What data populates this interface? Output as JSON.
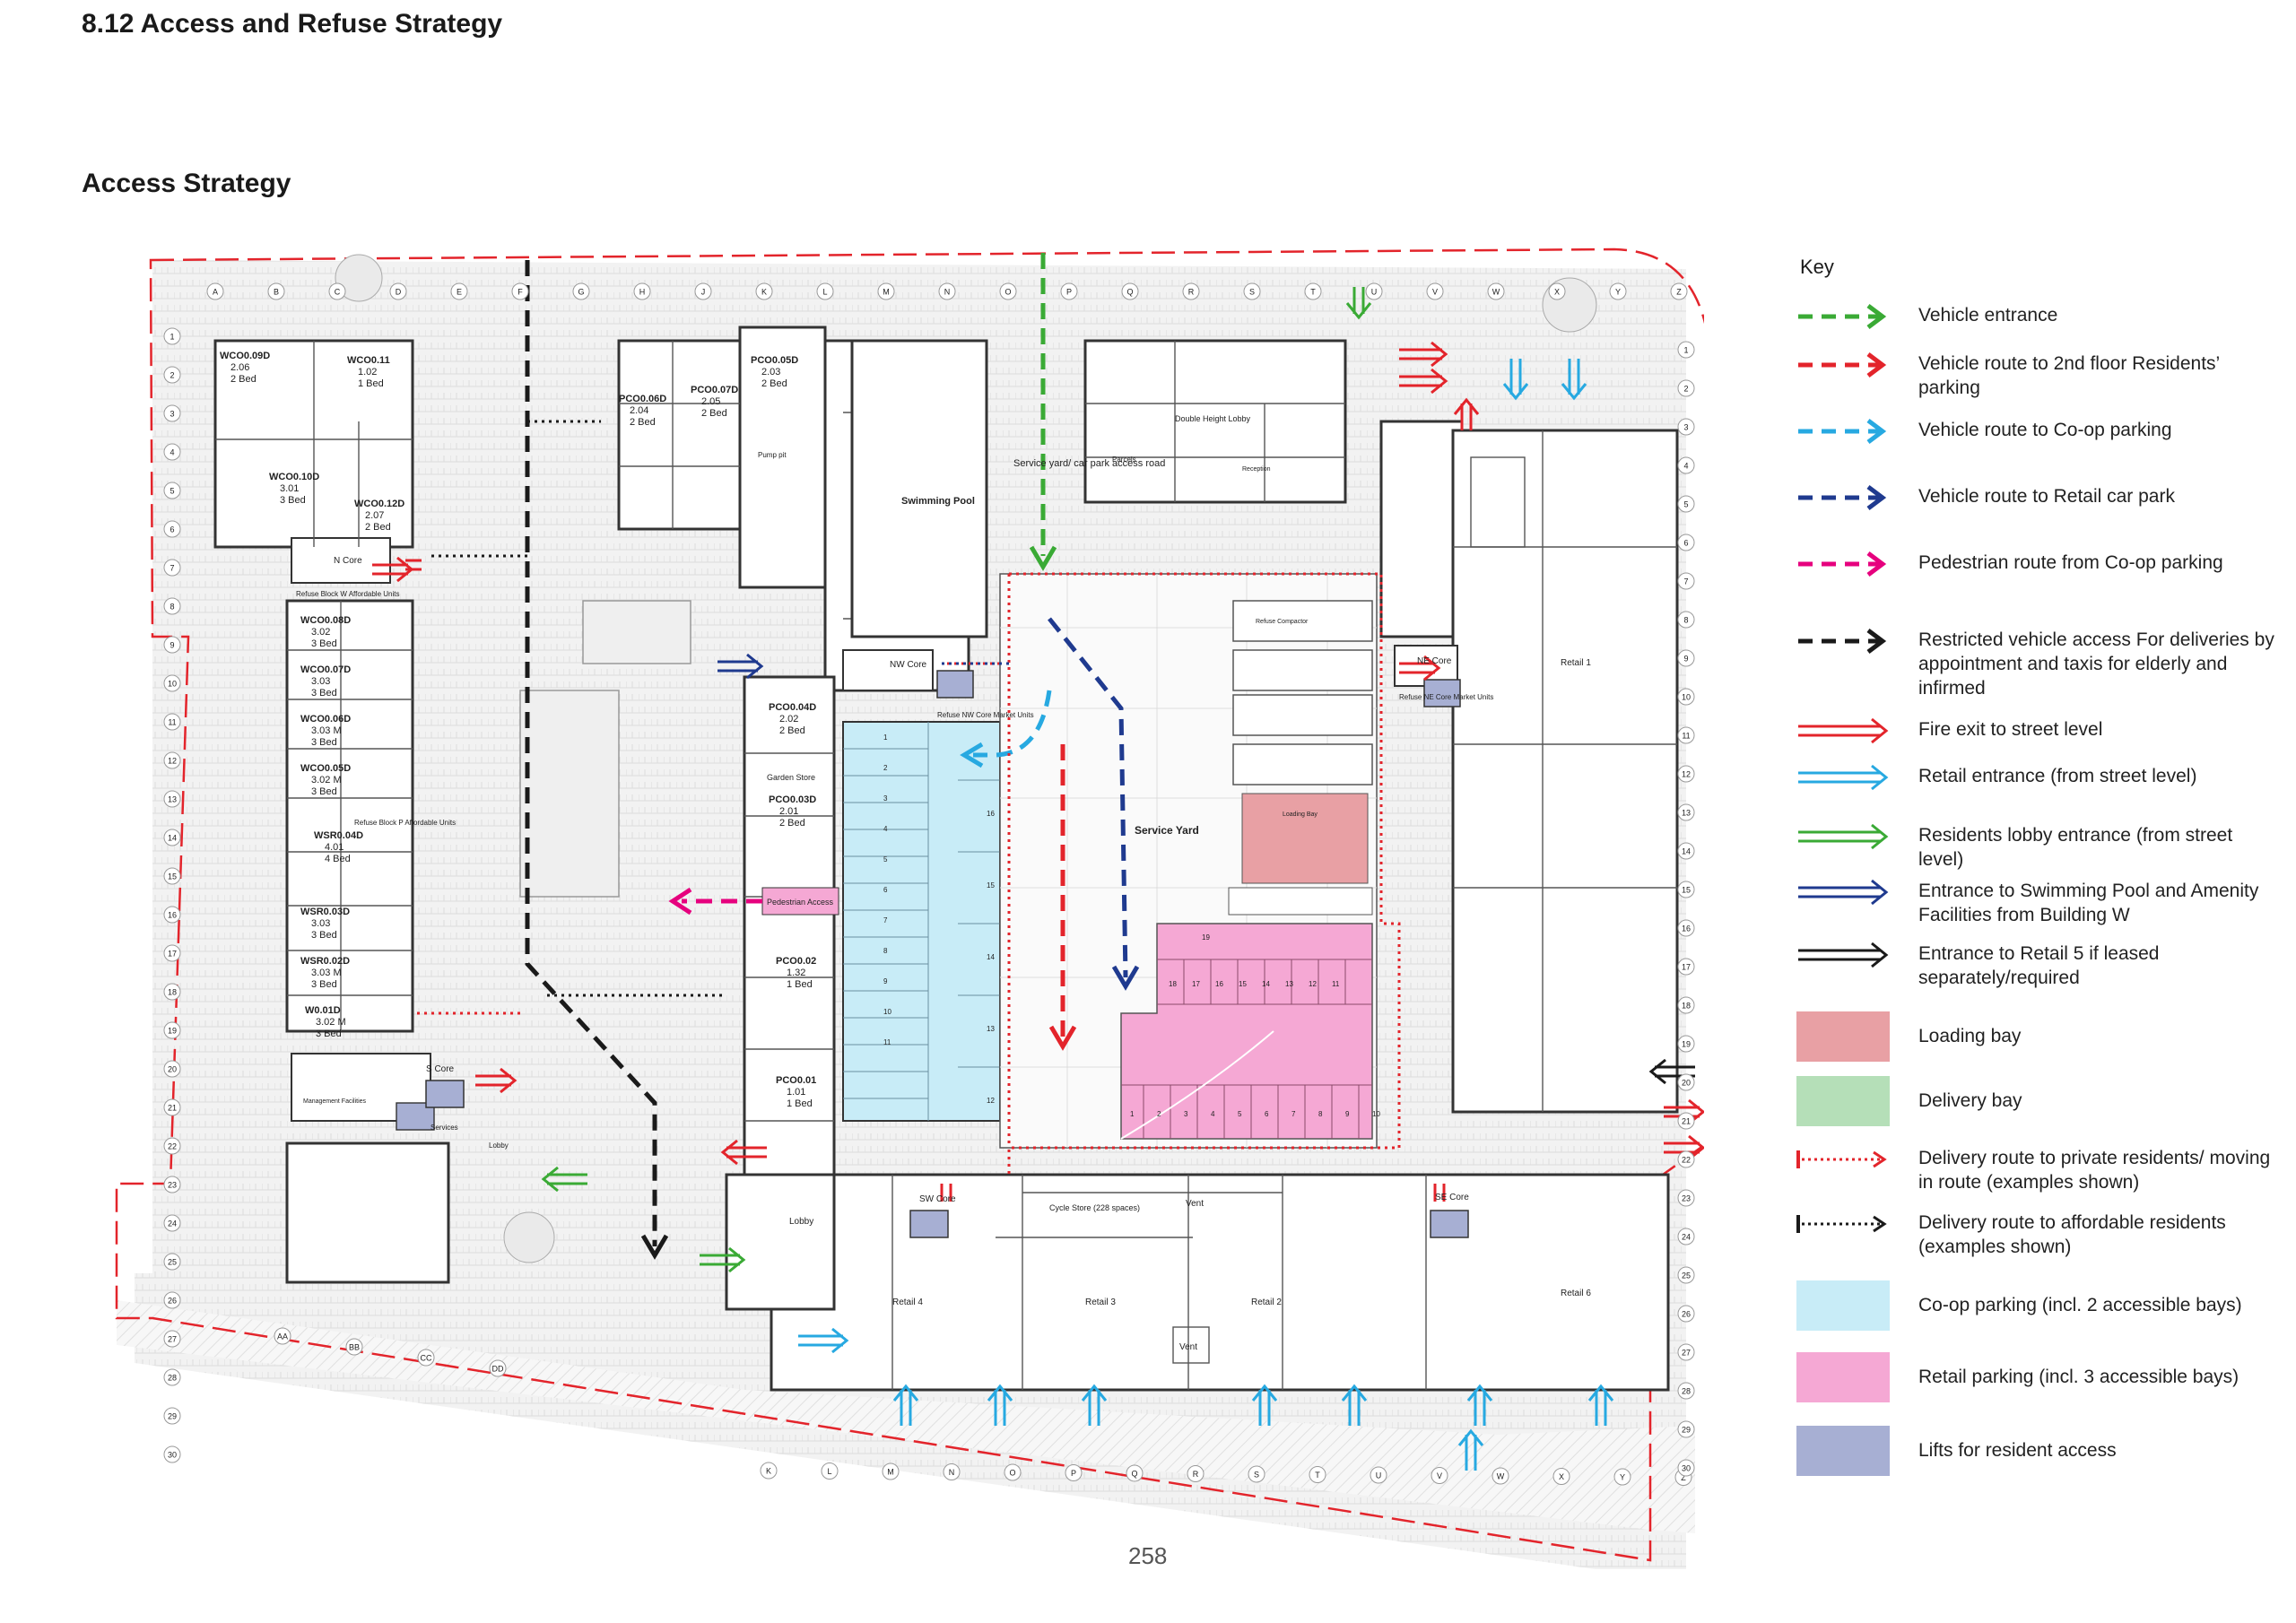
{
  "page": {
    "section_title": "8.12 Access and Refuse Strategy",
    "subtitle": "Access Strategy",
    "page_number": "258"
  },
  "key": {
    "title": "Key",
    "items": [
      {
        "id": "vehicle-entrance",
        "label": "Vehicle entrance",
        "symbol": "dashed-arrow",
        "color": "#3aaa35"
      },
      {
        "id": "vehicle-route-2nd",
        "label": "Vehicle route to 2nd floor Residents’ parking",
        "symbol": "dashed-arrow",
        "color": "#e3242b"
      },
      {
        "id": "vehicle-route-coop",
        "label": "Vehicle route to Co-op parking",
        "symbol": "dashed-arrow",
        "color": "#27a9e1"
      },
      {
        "id": "vehicle-route-retail",
        "label": "Vehicle route to Retail car park",
        "symbol": "dashed-arrow",
        "color": "#1f3a8f"
      },
      {
        "id": "pedestrian-route",
        "label": "Pedestrian route from Co-op parking",
        "symbol": "dashed-arrow",
        "color": "#e6007e"
      },
      {
        "id": "restricted-access",
        "label": "Restricted vehicle access For deliveries by appointment and taxis for elderly and infirmed",
        "symbol": "dashed-arrow",
        "color": "#1a1a1a"
      },
      {
        "id": "fire-exit",
        "label": "Fire exit to street level",
        "symbol": "double-arrow",
        "color": "#e3242b"
      },
      {
        "id": "retail-entrance",
        "label": "Retail entrance (from street level)",
        "symbol": "double-arrow",
        "color": "#27a9e1"
      },
      {
        "id": "residents-lobby",
        "label": "Residents lobby entrance (from street level)",
        "symbol": "double-arrow",
        "color": "#3aaa35"
      },
      {
        "id": "pool-entrance",
        "label": "Entrance to Swimming Pool and Amenity Facilities from Building W",
        "symbol": "double-arrow",
        "color": "#1f3a8f"
      },
      {
        "id": "retail5-entrance",
        "label": "Entrance to Retail 5 if leased separately/required",
        "symbol": "double-arrow",
        "color": "#1a1a1a"
      },
      {
        "id": "loading-bay",
        "label": "Loading bay",
        "symbol": "fill",
        "color": "#e8a0a4"
      },
      {
        "id": "delivery-bay",
        "label": "Delivery bay",
        "symbol": "fill",
        "color": "#b5dfb8"
      },
      {
        "id": "delivery-private",
        "label": "Delivery route to private residents/ moving in route (examples shown)",
        "symbol": "dotted-arrow",
        "color": "#e3242b"
      },
      {
        "id": "delivery-affordable",
        "label": "Delivery route to affordable residents (examples shown)",
        "symbol": "dotted-arrow",
        "color": "#1a1a1a"
      },
      {
        "id": "coop-parking",
        "label": "Co-op parking (incl. 2 accessible bays)",
        "symbol": "fill",
        "color": "#c8ecf7"
      },
      {
        "id": "retail-parking",
        "label": "Retail parking (incl. 3 accessible bays)",
        "symbol": "fill",
        "color": "#f5a8d4"
      },
      {
        "id": "lifts",
        "label": "Lifts for resident access",
        "symbol": "fill",
        "color": "#a7afd3"
      }
    ]
  },
  "plan": {
    "rooms": {
      "swimming_pool": "Swimming Pool",
      "double_height_lobby": "Double Height Lobby",
      "service_yard": "Service Yard",
      "service_road": "Service yard/ car park access road",
      "nw_core": "NW Core",
      "ne_core": "NE Core",
      "sw_core": "SW Core",
      "se_core": "SE Core",
      "n_core": "N Core",
      "s_core": "S Core",
      "garden_store": "Garden Store",
      "pedestrian_access": "Pedestrian Access",
      "lobby_w": "Lobby",
      "lobby_s": "Lobby",
      "cycle_store": "Cycle Store (228 spaces)",
      "vent": "Vent",
      "vent2": "Vent",
      "retail_1": "Retail 1",
      "retail_2": "Retail 2",
      "retail_3": "Retail 3",
      "retail_4": "Retail 4",
      "retail_6": "Retail 6",
      "loading_bay": "Loading Bay",
      "refuse_block_w": "Refuse Block W Affordable Units",
      "refuse_block_p": "Refuse Block P Affordable Units",
      "refuse_nw": "Refuse NW Core Market Units",
      "refuse_ne": "Refuse NE Core Market Units",
      "refuse_compactor": "Refuse Compactor",
      "pump_pit": "Pump pit",
      "management": "Management Facilities",
      "services": "Services",
      "parcels": "Parcels",
      "reception": "Reception"
    },
    "units": [
      {
        "code": "WCO0.09D",
        "num": "2.06",
        "beds": "2 Bed"
      },
      {
        "code": "WCO0.11",
        "num": "1.02",
        "beds": "1 Bed"
      },
      {
        "code": "WCO0.10D",
        "num": "3.01",
        "beds": "3 Bed"
      },
      {
        "code": "WCO0.12D",
        "num": "2.07",
        "beds": "2 Bed"
      },
      {
        "code": "WCO0.08D",
        "num": "3.02",
        "beds": "3 Bed"
      },
      {
        "code": "WCO0.07D",
        "num": "3.03",
        "beds": "3 Bed"
      },
      {
        "code": "WCO0.06D",
        "num": "3.03 M",
        "beds": "3 Bed"
      },
      {
        "code": "WCO0.05D",
        "num": "3.02 M",
        "beds": "3 Bed"
      },
      {
        "code": "WSR0.04D",
        "num": "4.01",
        "beds": "4 Bed"
      },
      {
        "code": "WSR0.03D",
        "num": "3.03",
        "beds": "3 Bed"
      },
      {
        "code": "WSR0.02D",
        "num": "3.03 M",
        "beds": "3 Bed"
      },
      {
        "code": "W0.01D",
        "num": "3.02 M",
        "beds": "3 Bed"
      },
      {
        "code": "PCO0.05D",
        "num": "2.03",
        "beds": "2 Bed"
      },
      {
        "code": "PCO0.06D",
        "num": "2.04",
        "beds": "2 Bed"
      },
      {
        "code": "PCO0.07D",
        "num": "2.05",
        "beds": "2 Bed"
      },
      {
        "code": "PCO0.04D",
        "num": "2.02",
        "beds": "2 Bed"
      },
      {
        "code": "PCO0.03D",
        "num": "2.01",
        "beds": "2 Bed"
      },
      {
        "code": "PCO0.02",
        "num": "1.32",
        "beds": "1 Bed"
      },
      {
        "code": "PCO0.01",
        "num": "1.01",
        "beds": "1 Bed"
      }
    ],
    "coop_bay_numbers": [
      "1",
      "2",
      "3",
      "4",
      "5",
      "6",
      "7",
      "8",
      "9",
      "10",
      "11",
      "12",
      "13",
      "14",
      "15",
      "16"
    ],
    "retail_bay_numbers": [
      "1",
      "2",
      "3",
      "4",
      "5",
      "6",
      "7",
      "8",
      "9",
      "10",
      "11",
      "12",
      "13",
      "14",
      "15",
      "16",
      "17",
      "18",
      "19"
    ],
    "grid_letters": [
      "A",
      "B",
      "C",
      "D",
      "E",
      "F",
      "G",
      "H",
      "J",
      "K",
      "L",
      "M",
      "N",
      "O",
      "P",
      "Q",
      "R",
      "S",
      "T",
      "U",
      "V",
      "W",
      "X",
      "Y",
      "Z"
    ],
    "grid_numbers": [
      "1",
      "2",
      "3",
      "4",
      "5",
      "6",
      "7",
      "8",
      "9",
      "10",
      "11",
      "12",
      "13",
      "14",
      "15",
      "16",
      "17",
      "18",
      "19",
      "20",
      "21",
      "22",
      "23",
      "24",
      "25",
      "26",
      "27",
      "28",
      "29",
      "30"
    ],
    "lower_grid_letters": [
      "AA",
      "BB",
      "CC",
      "DD"
    ]
  }
}
